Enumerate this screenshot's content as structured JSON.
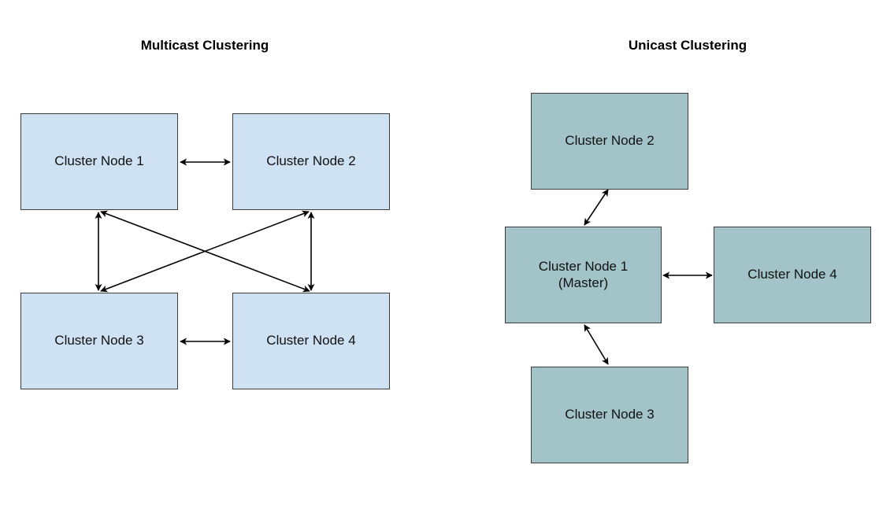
{
  "multicast": {
    "title": "Multicast Clustering",
    "nodes": [
      "Cluster Node 1",
      "Cluster Node 2",
      "Cluster Node 3",
      "Cluster Node 4"
    ]
  },
  "unicast": {
    "title": "Unicast Clustering",
    "master": {
      "line1": "Cluster Node 1",
      "line2": "(Master)"
    },
    "nodes": [
      "Cluster Node 2",
      "Cluster Node 3",
      "Cluster Node 4"
    ]
  },
  "colors": {
    "multicast_fill": "#cfe2f3",
    "unicast_fill": "#a2c4c9",
    "border": "#3c3c3c",
    "arrow": "#000000"
  },
  "edges": [
    {
      "from": "multicast-node-1",
      "to": "multicast-node-2",
      "bidirectional": true
    },
    {
      "from": "multicast-node-3",
      "to": "multicast-node-4",
      "bidirectional": true
    },
    {
      "from": "multicast-node-1",
      "to": "multicast-node-3",
      "bidirectional": true
    },
    {
      "from": "multicast-node-2",
      "to": "multicast-node-4",
      "bidirectional": true
    },
    {
      "from": "multicast-node-1",
      "to": "multicast-node-4",
      "bidirectional": true
    },
    {
      "from": "multicast-node-2",
      "to": "multicast-node-3",
      "bidirectional": true
    },
    {
      "from": "unicast-node-1",
      "to": "unicast-node-2",
      "bidirectional": true
    },
    {
      "from": "unicast-node-1",
      "to": "unicast-node-3",
      "bidirectional": true
    },
    {
      "from": "unicast-node-1",
      "to": "unicast-node-4",
      "bidirectional": true
    }
  ]
}
